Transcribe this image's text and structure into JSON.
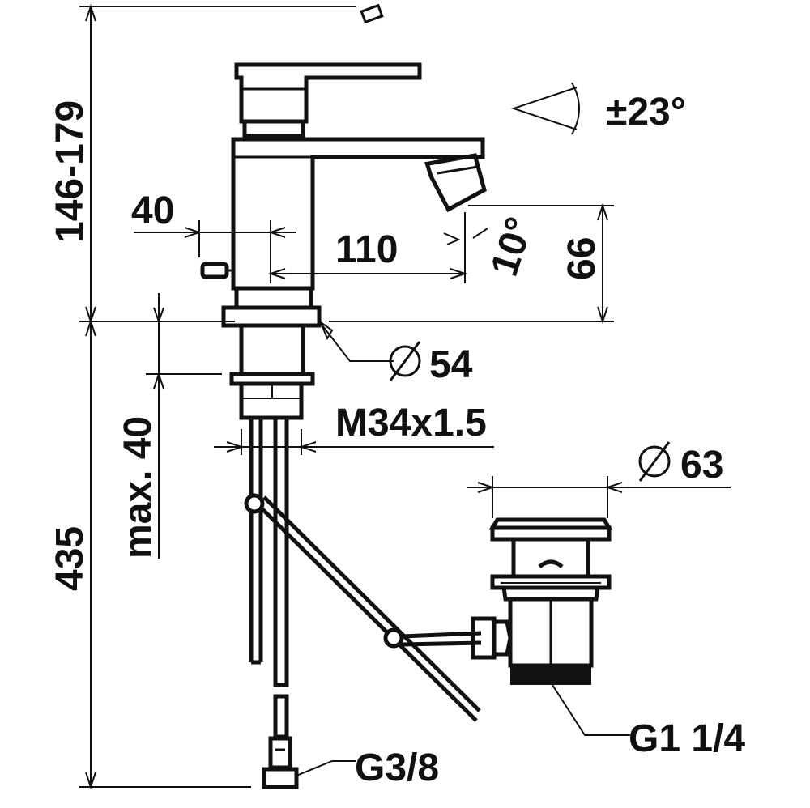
{
  "dimensions": {
    "height_total": "146-179",
    "dim_40": "40",
    "dim_110": "110",
    "angle": "10°",
    "height_66": "66",
    "swivel": "±23°",
    "diameter_54": "54",
    "thread": "M34x1.5",
    "max_40": "max. 40",
    "height_435": "435",
    "diameter_63": "63",
    "thread_g1": "G1 1/4",
    "thread_g38": "G3/8"
  }
}
